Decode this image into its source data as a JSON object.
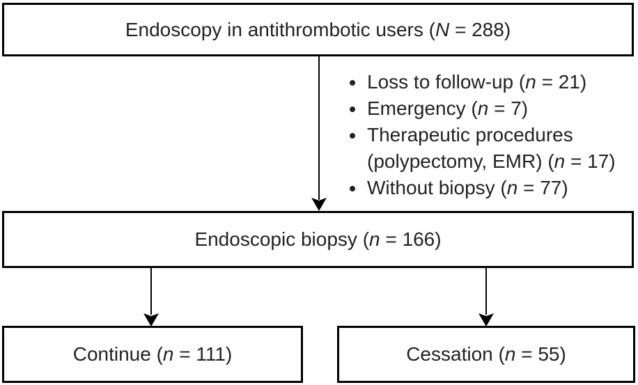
{
  "figure": {
    "type": "study-flow-diagram",
    "colors": {
      "background": "#ffffff",
      "border": "#000000",
      "text": "#222222"
    },
    "boxes": {
      "top": {
        "pre": "Endoscopy in antithrombotic users (",
        "var": "N",
        "post": " = 288)"
      },
      "middle": {
        "pre": "Endoscopic biopsy (",
        "var": "n",
        "post": " = 166)"
      },
      "bottom_left": {
        "pre": "Continue (",
        "var": "n",
        "post": " = 111)"
      },
      "bottom_right": {
        "pre": "Cessation (",
        "var": "n",
        "post": " = 55)"
      }
    },
    "exclusions": [
      {
        "pre": "Loss to follow-up (",
        "var": "n",
        "post": " = 21)"
      },
      {
        "pre": "Emergency (",
        "var": "n",
        "post": " = 7)"
      },
      {
        "pre": "Therapeutic procedures (polypectomy, EMR) (",
        "var": "n",
        "post": " = 17)"
      },
      {
        "pre": "Without biopsy (",
        "var": "n",
        "post": " = 77)"
      }
    ]
  }
}
